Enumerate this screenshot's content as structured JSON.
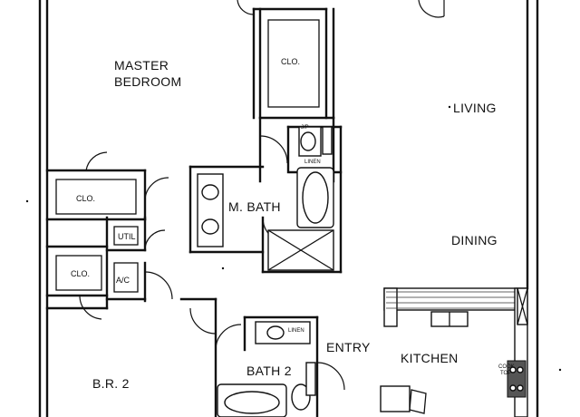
{
  "rooms": {
    "master_bedroom_line1": "MASTER",
    "master_bedroom_line2": "BEDROOM",
    "living": "LIVING",
    "dining": "DINING",
    "master_bath": "M. BATH",
    "entry": "ENTRY",
    "kitchen": "KITCHEN",
    "bedroom_2": "B.R. 2",
    "bath_2": "BATH 2"
  },
  "closets": {
    "master_closet": "CLO.",
    "hall_closet_upper": "CLO.",
    "hall_closet_lower": "CLO."
  },
  "utility": {
    "util": "UTIL",
    "ac": "A/C"
  },
  "fixtures": {
    "linen_master": "LINEN",
    "linen_bath2": "LINEN",
    "cook_top_line1": "COOK",
    "cook_top_line2": "TOP",
    "small_label": "J/P"
  }
}
